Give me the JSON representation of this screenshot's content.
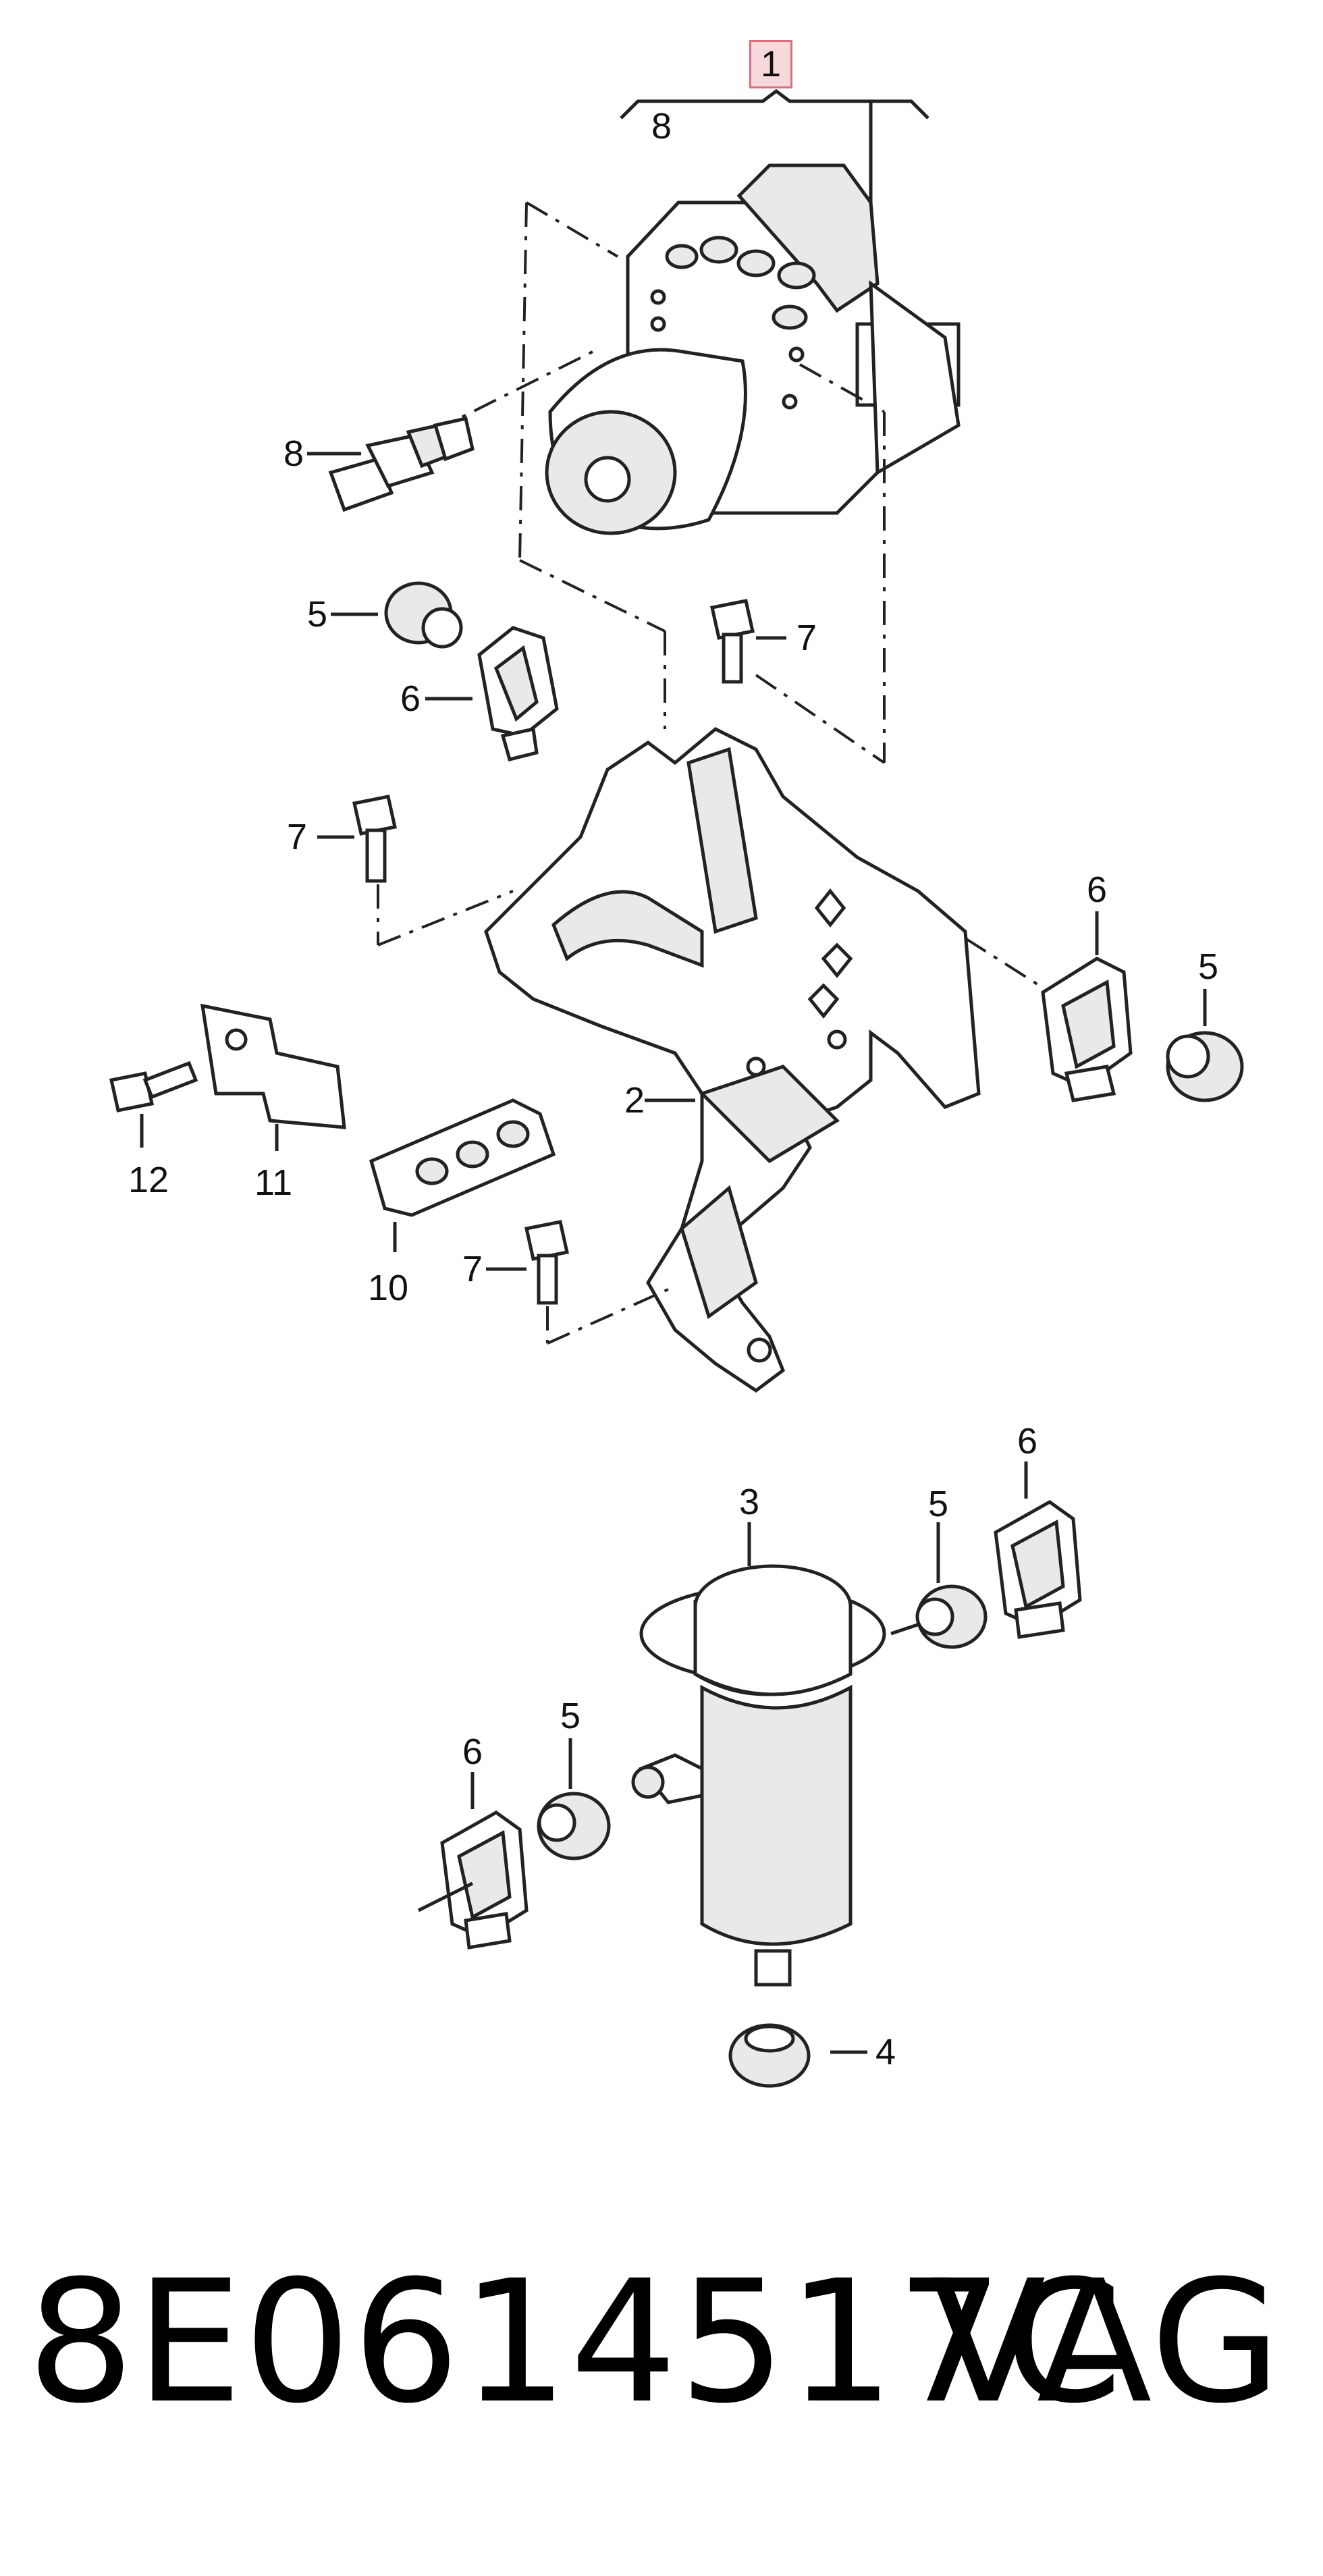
{
  "diagram": {
    "callouts": {
      "abs_unit_highlight": "1",
      "abs_group": "8",
      "sensor": "8",
      "bracket": "2",
      "pump": "3",
      "pump_grommet": "4",
      "grommet_left_top": "5",
      "grommet_right": "5",
      "grommet_pump_right": "5",
      "grommet_pump_left": "5",
      "clip_left_top": "6",
      "clip_right": "6",
      "clip_pump_right": "6",
      "clip_pump_left": "6",
      "bolt_top": "7",
      "bolt_left": "7",
      "bolt_bottom": "7",
      "holder_10": "10",
      "bracket_11": "11",
      "bolt_12": "12"
    }
  },
  "caption": {
    "part_number": "8E0614517C",
    "brand": "VAG"
  },
  "colors": {
    "highlight_fill": "#f7d9dc",
    "highlight_border": "#d9717c",
    "line": "#222222"
  }
}
